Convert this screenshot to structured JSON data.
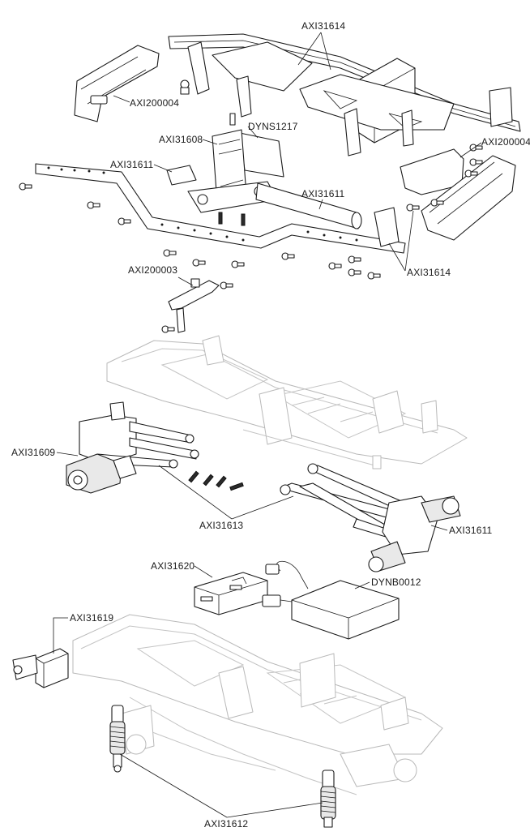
{
  "callouts": {
    "axi31614_top": "AXI31614",
    "axi200004_left": "AXI200004",
    "dyns1217": "DYNS1217",
    "axi31608": "AXI31608",
    "axi31611_transfer": "AXI31611",
    "axi31611_driveshaft": "AXI31611",
    "axi200004_right": "AXI200004",
    "axi31614_bottom": "AXI31614",
    "axi200003": "AXI200003",
    "axi31609": "AXI31609",
    "axi31613": "AXI31613",
    "axi31611_rear": "AXI31611",
    "axi31620": "AXI31620",
    "dynb0012": "DYNB0012",
    "axi31619": "AXI31619",
    "axi31612": "AXI31612"
  },
  "style": {
    "line_color": "#1a1a1a",
    "ghost_color": "#b9b9b9",
    "background": "#ffffff"
  }
}
